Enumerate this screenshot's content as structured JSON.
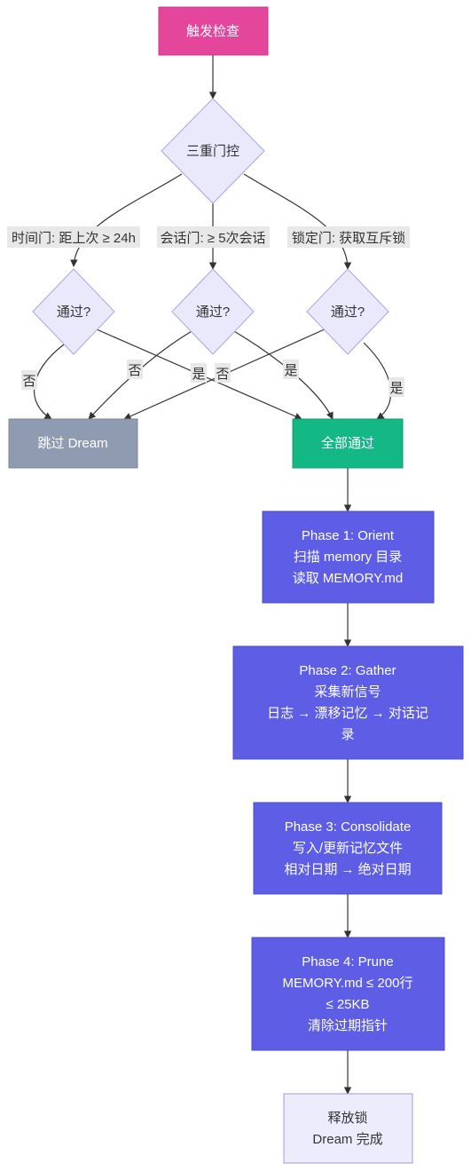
{
  "colors": {
    "trigger_fill": "#e4469b",
    "decision_fill": "#e9e9fb",
    "decision_stroke": "#a7a7de",
    "skip_fill": "#8f9bb0",
    "pass_fill": "#14b884",
    "phase_fill": "#5d5de6",
    "final_fill": "#ececfc",
    "final_stroke": "#9c9cd8",
    "edge": "#333333",
    "label_bg": "#e8e8e8"
  },
  "nodes": {
    "trigger": "触发检查",
    "gate": "三重门控",
    "check_time": "通过?",
    "check_session": "通过?",
    "check_lock": "通过?",
    "skip": "跳过 Dream",
    "all_pass": "全部通过",
    "phase1": [
      "Phase 1: Orient",
      "扫描 memory 目录",
      "读取 MEMORY.md"
    ],
    "phase2": [
      "Phase 2: Gather",
      "采集新信号",
      "日志 → 漂移记忆 → 对话记",
      "录"
    ],
    "phase3": [
      "Phase 3: Consolidate",
      "写入/更新记忆文件",
      "相对日期 → 绝对日期"
    ],
    "phase4": [
      "Phase 4: Prune",
      "MEMORY.md ≤ 200行",
      "≤ 25KB",
      "清除过期指针"
    ],
    "release": [
      "释放锁",
      "Dream 完成"
    ]
  },
  "edge_labels": {
    "time_gate": "时间门: 距上次 ≥ 24h",
    "session_gate": "会话门: ≥ 5次会话",
    "lock_gate": "锁定门: 获取互斥锁",
    "time_no": "否",
    "time_yes": "是",
    "session_no": "否",
    "session_yes": "是",
    "lock_no": "否",
    "lock_yes": "是"
  }
}
